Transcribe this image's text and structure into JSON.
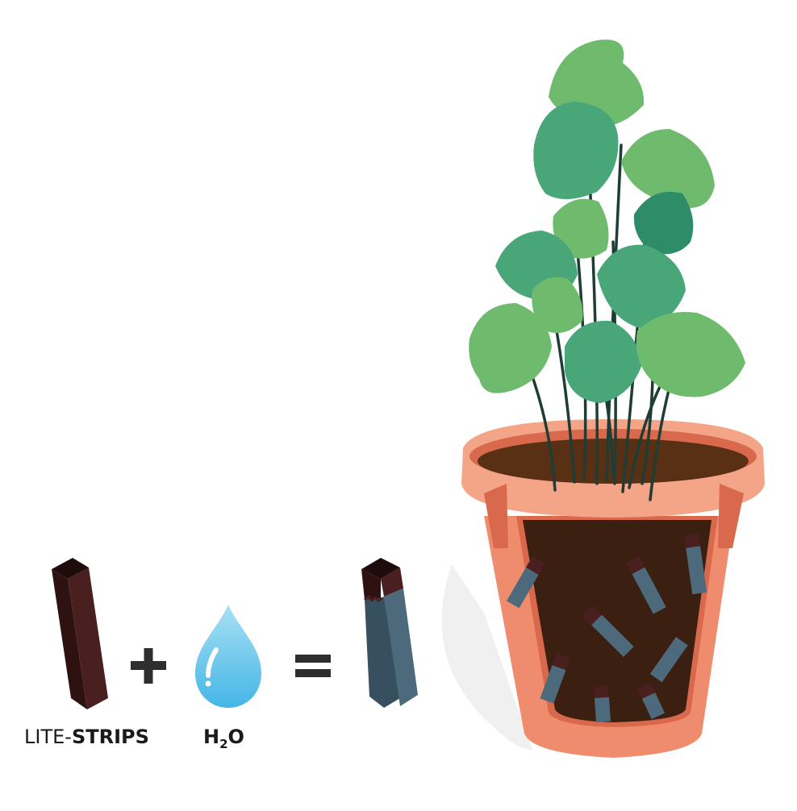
{
  "labels": {
    "strip_prefix": "LITE-",
    "strip_bold": "STRIPS",
    "water_h": "H",
    "water_sub": "2",
    "water_o": "O"
  },
  "colors": {
    "strip_front": "#4a1f1f",
    "strip_side": "#2e1212",
    "strip_top": "#1e0b0b",
    "wet_front": "#4d6a7d",
    "wet_side": "#37505f",
    "drop_light": "#9fdcf2",
    "drop_dark": "#4bbbe6",
    "pot": "#f08c6e",
    "pot_light": "#f4a487",
    "pot_dark": "#d8694c",
    "soil": "#3b1f10",
    "soil_top": "#5a3014",
    "leaf_light": "#6fbb6e",
    "leaf_mid": "#48a679",
    "leaf_dark": "#2f8c68",
    "stem": "#1d3d35",
    "operator": "#2e2e2e"
  },
  "icons": {
    "strip": "dry-strip-icon",
    "plus": "plus-icon",
    "drop": "water-drop-icon",
    "equals": "equals-icon",
    "wet_strip": "wet-strip-icon",
    "plant": "potted-plant-illustration"
  }
}
